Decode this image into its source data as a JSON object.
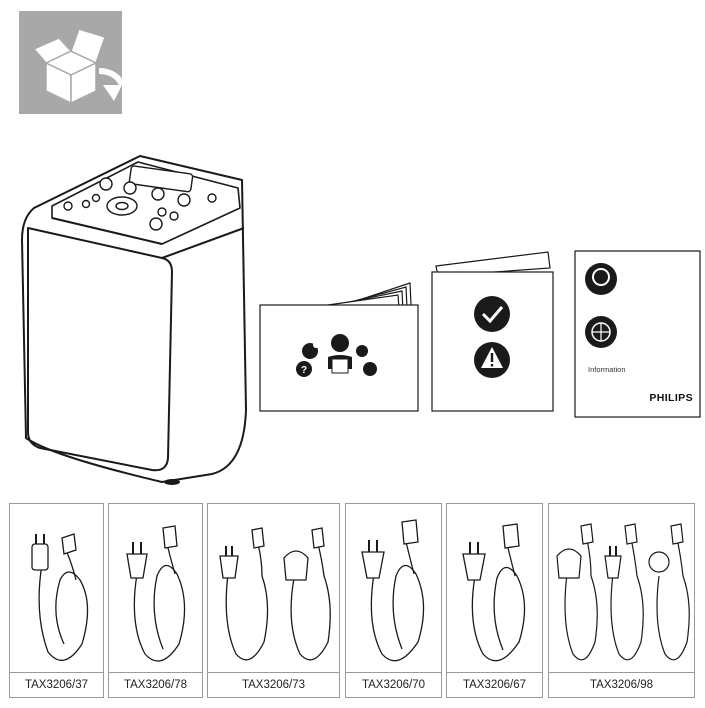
{
  "icons": {
    "unbox": "unbox-icon",
    "speaker": "party-speaker-illustration",
    "quick_start": "quick-start-guide-icon",
    "safety": "safety-leaflet-icon",
    "info": "information-leaflet-icon"
  },
  "info_leaflet": {
    "label": "Information",
    "brand": "PHILIPS"
  },
  "power_cables": [
    {
      "model": "TAX3206/37"
    },
    {
      "model": "TAX3206/78"
    },
    {
      "model": "TAX3206/73"
    },
    {
      "model": "TAX3206/70"
    },
    {
      "model": "TAX3206/67"
    },
    {
      "model": "TAX3206/98"
    }
  ],
  "colors": {
    "badge_gray": "#a8a8a8",
    "line": "#1a1a1a",
    "panel_border": "#9a9a9a"
  }
}
